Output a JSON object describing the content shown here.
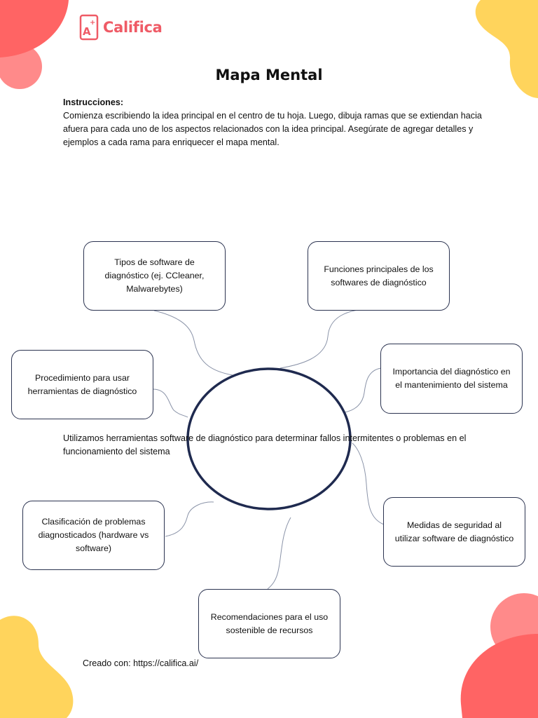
{
  "brand": {
    "name": "Califica",
    "icon": "a-plus-document-icon",
    "color": "#ef5b66"
  },
  "title": "Mapa Mental",
  "instructions": {
    "label": "Instrucciones:",
    "text": "Comienza escribiendo la idea principal en el centro de tu hoja. Luego, dibuja ramas que se extiendan hacia afuera para cada uno de los aspectos relacionados con la idea principal. Asegúrate de agregar detalles y ejemplos a cada rama para enriquecer el mapa mental."
  },
  "mindmap": {
    "central_idea": "Utilizamos herramientas software de diagnóstico para determinar fallos intermitentes o problemas en el funcionamiento del sistema",
    "branches": [
      "Tipos de software de diagnóstico (ej. CCleaner, Malwarebytes)",
      "Funciones principales de los softwares de diagnóstico",
      "Procedimiento para usar herramientas de diagnóstico",
      "Importancia del diagnóstico en el mantenimiento del sistema",
      "Clasificación de problemas diagnosticados (hardware vs software)",
      "Medidas de seguridad al utilizar software de diagnóstico",
      "Recomendaciones para el uso sostenible de recursos"
    ]
  },
  "footer": "Creado con: https://califica.ai/",
  "colors": {
    "red": "#ff6a6a",
    "pink": "#ff8a8a",
    "yellow": "#ffd45c",
    "node_border": "#2b3350",
    "ellipse": "#1f2a4f"
  }
}
